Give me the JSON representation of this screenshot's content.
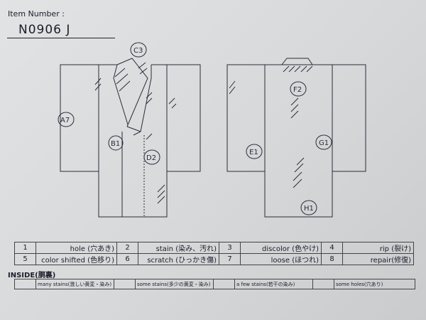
{
  "header": {
    "item_number_label": "Item Number :",
    "item_number_value": "N0906  J"
  },
  "diagram": {
    "front_marks": [
      "C3",
      "A7",
      "B1",
      "D2"
    ],
    "back_marks": [
      "F2",
      "E1",
      "G1",
      "H1"
    ]
  },
  "legend": {
    "rows": [
      [
        {
          "num": "1",
          "desc": "hole (穴あき)"
        },
        {
          "num": "2",
          "desc": "stain (染み、汚れ)"
        },
        {
          "num": "3",
          "desc": "discolor (色やけ)"
        },
        {
          "num": "4",
          "desc": "rip (裂け)"
        }
      ],
      [
        {
          "num": "5",
          "desc": "color shifted (色移り)"
        },
        {
          "num": "6",
          "desc": "scratch (ひっかき傷)"
        },
        {
          "num": "7",
          "desc": "loose (ほつれ)"
        },
        {
          "num": "8",
          "desc": "repair(修復)"
        }
      ]
    ]
  },
  "inside": {
    "title": "INSIDE(胴裏)",
    "cells": [
      "many stains(激しい黄変・染み)",
      "some stains(多少の黄変・染み)",
      "a few stains(若干の染み)",
      "some holes(穴あり)"
    ]
  }
}
